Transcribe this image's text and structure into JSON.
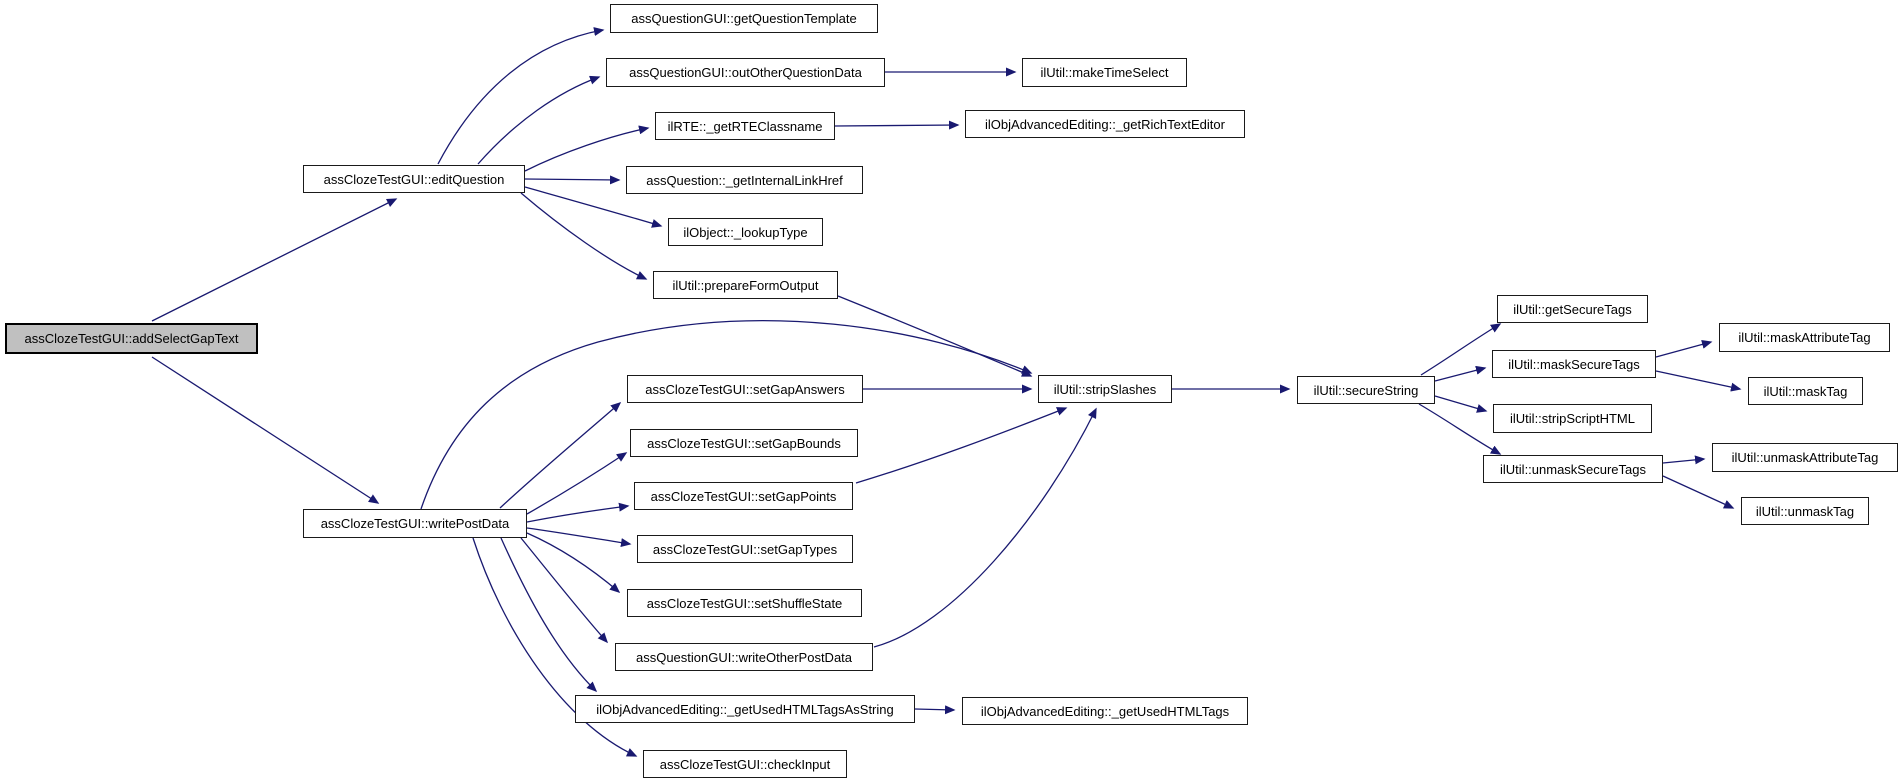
{
  "colors": {
    "edge": "#191970",
    "node_border": "#1a1a1a",
    "node_fill": "#ffffff",
    "root_fill": "#c0c0c0",
    "text": "#000000"
  },
  "nodes": {
    "addSelectGapText": {
      "label": "assClozeTestGUI::addSelectGapText"
    },
    "editQuestion": {
      "label": "assClozeTestGUI::editQuestion"
    },
    "writePostData": {
      "label": "assClozeTestGUI::writePostData"
    },
    "getQuestionTemplate": {
      "label": "assQuestionGUI::getQuestionTemplate"
    },
    "outOtherQuestionData": {
      "label": "assQuestionGUI::outOtherQuestionData"
    },
    "makeTimeSelect": {
      "label": "ilUtil::makeTimeSelect"
    },
    "getRTEClassname": {
      "label": "ilRTE::_getRTEClassname"
    },
    "getRichTextEditor": {
      "label": "ilObjAdvancedEditing::_getRichTextEditor"
    },
    "getInternalLinkHref": {
      "label": "assQuestion::_getInternalLinkHref"
    },
    "lookupType": {
      "label": "ilObject::_lookupType"
    },
    "prepareFormOutput": {
      "label": "ilUtil::prepareFormOutput"
    },
    "stripSlashes": {
      "label": "ilUtil::stripSlashes"
    },
    "secureString": {
      "label": "ilUtil::secureString"
    },
    "setGapAnswers": {
      "label": "assClozeTestGUI::setGapAnswers"
    },
    "setGapBounds": {
      "label": "assClozeTestGUI::setGapBounds"
    },
    "setGapPoints": {
      "label": "assClozeTestGUI::setGapPoints"
    },
    "setGapTypes": {
      "label": "assClozeTestGUI::setGapTypes"
    },
    "setShuffleState": {
      "label": "assClozeTestGUI::setShuffleState"
    },
    "writeOtherPostData": {
      "label": "assQuestionGUI::writeOtherPostData"
    },
    "getUsedHTMLTagsAsString": {
      "label": "ilObjAdvancedEditing::_getUsedHTMLTagsAsString"
    },
    "checkInput": {
      "label": "assClozeTestGUI::checkInput"
    },
    "getUsedHTMLTags": {
      "label": "ilObjAdvancedEditing::_getUsedHTMLTags"
    },
    "getSecureTags": {
      "label": "ilUtil::getSecureTags"
    },
    "maskSecureTags": {
      "label": "ilUtil::maskSecureTags"
    },
    "maskAttributeTag": {
      "label": "ilUtil::maskAttributeTag"
    },
    "maskTag": {
      "label": "ilUtil::maskTag"
    },
    "stripScriptHTML": {
      "label": "ilUtil::stripScriptHTML"
    },
    "unmaskSecureTags": {
      "label": "ilUtil::unmaskSecureTags"
    },
    "unmaskAttributeTag": {
      "label": "ilUtil::unmaskAttributeTag"
    },
    "unmaskTag": {
      "label": "ilUtil::unmaskTag"
    }
  },
  "edges": [
    {
      "from": "addSelectGapText",
      "to": "editQuestion"
    },
    {
      "from": "addSelectGapText",
      "to": "writePostData"
    },
    {
      "from": "editQuestion",
      "to": "getQuestionTemplate"
    },
    {
      "from": "editQuestion",
      "to": "outOtherQuestionData"
    },
    {
      "from": "editQuestion",
      "to": "getRTEClassname"
    },
    {
      "from": "editQuestion",
      "to": "getInternalLinkHref"
    },
    {
      "from": "editQuestion",
      "to": "lookupType"
    },
    {
      "from": "editQuestion",
      "to": "prepareFormOutput"
    },
    {
      "from": "outOtherQuestionData",
      "to": "makeTimeSelect"
    },
    {
      "from": "getRTEClassname",
      "to": "getRichTextEditor"
    },
    {
      "from": "prepareFormOutput",
      "to": "stripSlashes"
    },
    {
      "from": "writePostData",
      "to": "stripSlashes"
    },
    {
      "from": "writePostData",
      "to": "setGapAnswers"
    },
    {
      "from": "writePostData",
      "to": "setGapBounds"
    },
    {
      "from": "writePostData",
      "to": "setGapPoints"
    },
    {
      "from": "writePostData",
      "to": "setGapTypes"
    },
    {
      "from": "writePostData",
      "to": "setShuffleState"
    },
    {
      "from": "writePostData",
      "to": "writeOtherPostData"
    },
    {
      "from": "writePostData",
      "to": "getUsedHTMLTagsAsString"
    },
    {
      "from": "writePostData",
      "to": "checkInput"
    },
    {
      "from": "setGapAnswers",
      "to": "stripSlashes"
    },
    {
      "from": "setGapPoints",
      "to": "stripSlashes"
    },
    {
      "from": "writeOtherPostData",
      "to": "stripSlashes"
    },
    {
      "from": "stripSlashes",
      "to": "secureString"
    },
    {
      "from": "secureString",
      "to": "getSecureTags"
    },
    {
      "from": "secureString",
      "to": "maskSecureTags"
    },
    {
      "from": "secureString",
      "to": "stripScriptHTML"
    },
    {
      "from": "secureString",
      "to": "unmaskSecureTags"
    },
    {
      "from": "maskSecureTags",
      "to": "maskAttributeTag"
    },
    {
      "from": "maskSecureTags",
      "to": "maskTag"
    },
    {
      "from": "unmaskSecureTags",
      "to": "unmaskAttributeTag"
    },
    {
      "from": "unmaskSecureTags",
      "to": "unmaskTag"
    },
    {
      "from": "getUsedHTMLTagsAsString",
      "to": "getUsedHTMLTags"
    }
  ]
}
